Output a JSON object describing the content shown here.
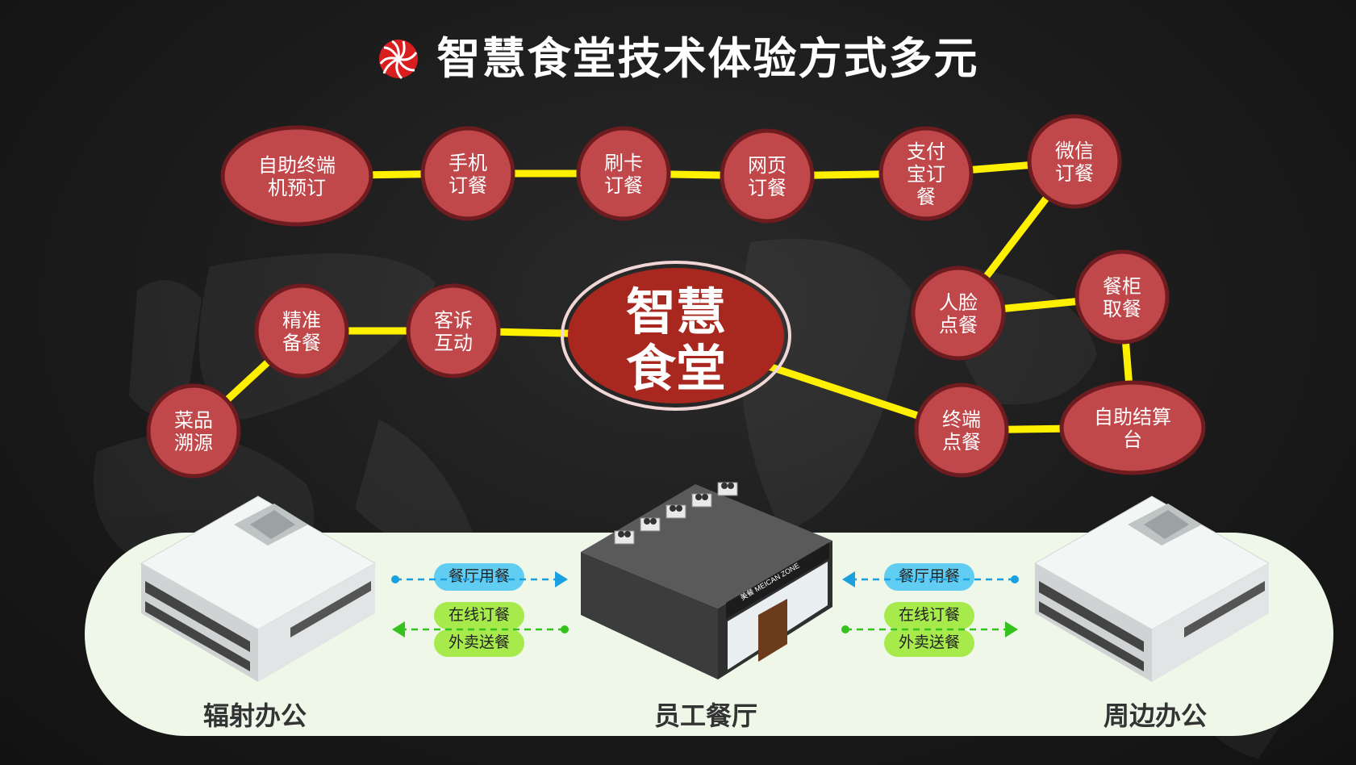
{
  "title": "智慧食堂技术体验方式多元",
  "center": {
    "line1": "智慧",
    "line2": "食堂"
  },
  "nodes": [
    {
      "id": "self-terminal",
      "lines": [
        "自助终端",
        "机预订"
      ]
    },
    {
      "id": "mobile",
      "lines": [
        "手机",
        "订餐"
      ]
    },
    {
      "id": "card",
      "lines": [
        "刷卡",
        "订餐"
      ]
    },
    {
      "id": "web",
      "lines": [
        "网页",
        "订餐"
      ]
    },
    {
      "id": "alipay",
      "lines": [
        "支付",
        "宝订",
        "餐"
      ]
    },
    {
      "id": "wechat",
      "lines": [
        "微信",
        "订餐"
      ]
    },
    {
      "id": "face",
      "lines": [
        "人脸",
        "点餐"
      ]
    },
    {
      "id": "cabinet",
      "lines": [
        "餐柜",
        "取餐"
      ]
    },
    {
      "id": "checkout",
      "lines": [
        "自助结算",
        "台"
      ]
    },
    {
      "id": "terminal-order",
      "lines": [
        "终端",
        "点餐"
      ]
    },
    {
      "id": "complaint",
      "lines": [
        "客诉",
        "互动"
      ]
    },
    {
      "id": "precise",
      "lines": [
        "精准",
        "备餐"
      ]
    },
    {
      "id": "trace",
      "lines": [
        "菜品",
        "溯源"
      ]
    }
  ],
  "bottom": {
    "left_label": "辐射办公",
    "center_label": "员工餐厅",
    "right_label": "周边办公",
    "dine_in": "餐厅用餐",
    "online": "在线订餐",
    "delivery": "外卖送餐",
    "sign": "美餐 MEICAN ZONE"
  },
  "colors": {
    "node_fill": "#c0474a",
    "node_stroke": "#6e1c1f",
    "connector": "#fff000",
    "center_fill": "#a8281f",
    "blue_arrow": "#1aa0e0",
    "green_arrow": "#35c21c"
  }
}
